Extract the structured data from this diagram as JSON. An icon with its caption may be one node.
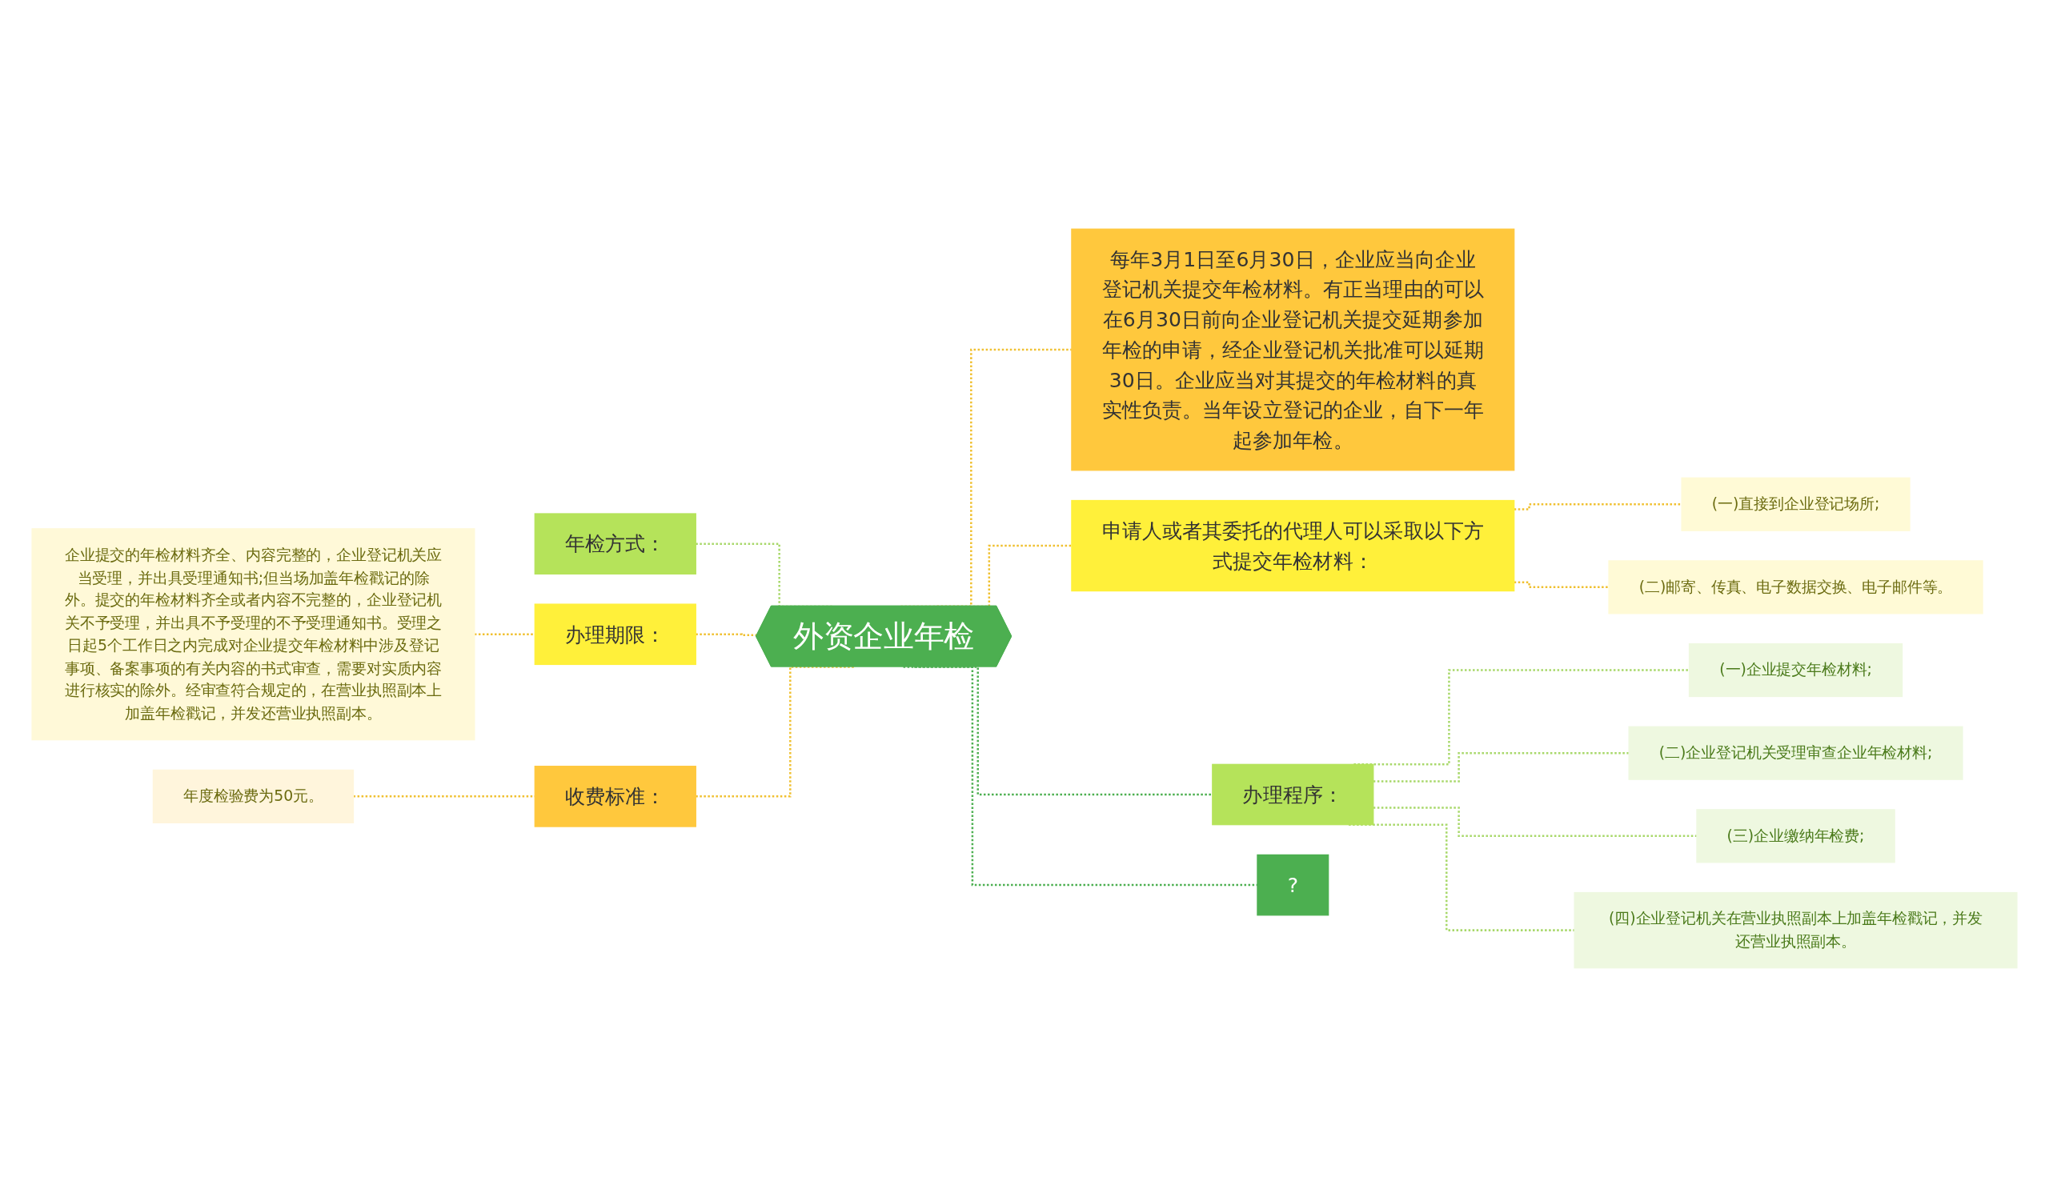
{
  "diagram": {
    "nodes": [
      {
        "text": [
          "外资企业年检"
        ]
      },
      {
        "text": [
          "年检方式："
        ]
      },
      {
        "text": [
          "办理期限："
        ]
      },
      {
        "text": [
          "企业提交的年检材料齐全、内容完整的，企业登记机关应当受理，并出具受理通知书;但当场加盖年检戳记的除外。提交的年检材料齐全或者内容不完整的，企业登记机关不予受理，并出具不予受理的不予受理通知书。受理之日起5个工作日之内完成对企业提交年检材料中涉及登记事项、备案事项的有关内容的书式审查，需要对实质内容进行核实的除外。经审查符合规定的，在营业执照副本上加盖年检戳记，并发还营业执照副本。"
        ]
      },
      {
        "text": [
          "收费标准："
        ]
      },
      {
        "text": [
          "年度检验费为50元。"
        ]
      },
      {
        "text": [
          "每年3月1日至6月30日，企业应当向企业登记机关提交年检材料。有正当理由的可以在6月30日前向企业登记机关提交延期参加年检的申请，经企业登记机关批准可以延期30日。企业应当对其提交的年检材料的真实性负责。当年设立登记的企业，自下一年起参加年检。"
        ]
      },
      {
        "text": [
          "申请人或者其委托的代理人可以采取以下方式提交年检材料："
        ]
      },
      {
        "text": [
          "(一)直接到企业登记场所;"
        ]
      },
      {
        "text": [
          "(二)邮寄、传真、电子数据交换、电子邮件等。"
        ]
      },
      {
        "text": [
          "办理程序："
        ]
      },
      {
        "text": [
          "(一)企业提交年检材料;"
        ]
      },
      {
        "text": [
          "(二)企业登记机关受理审查企业年检材料;"
        ]
      },
      {
        "text": [
          "(三)企业缴纳年检费;"
        ]
      },
      {
        "text": [
          "(四)企业登记机关在营业执照副本上加盖年检戳记，并发还营业执照副本。"
        ]
      },
      {
        "text": [
          "?"
        ]
      }
    ],
    "edges": [
      {
        "from": 1,
        "to": 0,
        "arrow": "none",
        "style": "dashed",
        "color": "#a8d86a"
      },
      {
        "from": 2,
        "to": 0,
        "arrow": "none",
        "style": "dashed"
      },
      {
        "from": 3,
        "to": 2,
        "arrow": "none",
        "style": "dashed"
      },
      {
        "from": 4,
        "to": 0,
        "arrow": "none",
        "style": "dashed"
      },
      {
        "from": 5,
        "to": 4,
        "arrow": "none",
        "style": "dashed"
      },
      {
        "from": 0,
        "to": 6,
        "arrow": "none",
        "style": "dashed"
      },
      {
        "from": 0,
        "to": 7,
        "arrow": "none",
        "style": "dashed"
      },
      {
        "from": 7,
        "to": 8,
        "arrow": "none",
        "style": "dashed"
      },
      {
        "from": 7,
        "to": 9,
        "arrow": "none",
        "style": "dashed"
      },
      {
        "from": 0,
        "to": 10,
        "arrow": "none",
        "style": "dashed",
        "color": "#4caf50"
      },
      {
        "from": 10,
        "to": 11,
        "arrow": "none",
        "style": "dashed",
        "color": "#a8d86a"
      },
      {
        "from": 10,
        "to": 12,
        "arrow": "none",
        "style": "dashed",
        "color": "#a8d86a"
      },
      {
        "from": 10,
        "to": 13,
        "arrow": "none",
        "style": "dashed",
        "color": "#a8d86a"
      },
      {
        "from": 10,
        "to": 14,
        "arrow": "none",
        "style": "dashed",
        "color": "#a8d86a"
      },
      {
        "from": 0,
        "to": 15,
        "arrow": "none",
        "style": "dashed",
        "color": "#4caf50"
      }
    ]
  }
}
